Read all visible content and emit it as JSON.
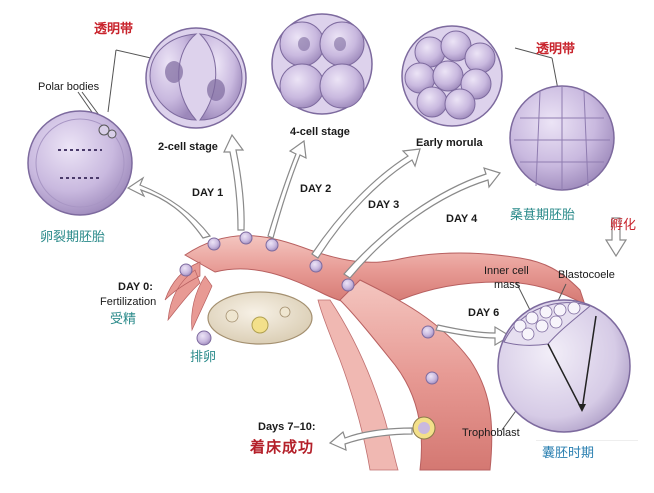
{
  "labels": {
    "zona_pellucida_1": "透明带",
    "zona_pellucida_2": "透明带",
    "polar_bodies": "Polar bodies",
    "two_cell": "2-cell stage",
    "four_cell": "4-cell stage",
    "early_morula": "Early morula",
    "cleavage_embryo": "卵裂期胚胎",
    "morula_embryo": "桑葚期胚胎",
    "hatching": "孵化",
    "day1": "DAY 1",
    "day2": "DAY 2",
    "day3": "DAY 3",
    "day4": "DAY 4",
    "day0": "DAY 0:",
    "fertilization": "Fertilization",
    "fertilization_zh": "受精",
    "ovulation_zh": "排卵",
    "inner_cell_mass_1": "Inner cell",
    "inner_cell_mass_2": "mass",
    "blastocoele": "Blastocoele",
    "day6": "DAY 6",
    "trophoblast": "Trophoblast",
    "days_7_10": "Days 7–10:",
    "implantation_zh": "着床成功",
    "caption": "囊胚时期"
  },
  "colors": {
    "cell_fill": "#cdbfe0",
    "cell_stroke": "#7d6a9e",
    "nucleus": "#6d5a8f",
    "tube_pink": "#e8a4a4",
    "tube_dark": "#c86a6a",
    "arrow_fill": "#ffffff",
    "arrow_stroke": "#8a8a8a",
    "red_label": "#c8232c",
    "teal_label": "#2a8a8a"
  }
}
